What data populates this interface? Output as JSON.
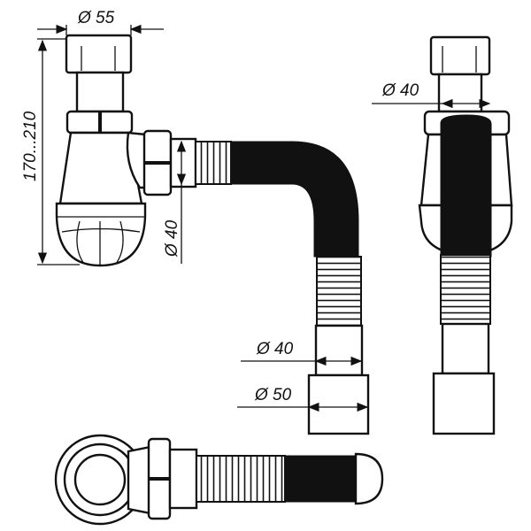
{
  "title": "Bottle siphon with flexible corrugated outlet — dimensional drawing",
  "dimensions": {
    "top_diameter": "Ø 55",
    "height_range": "170...210",
    "side_outlet_diameter": "Ø 40",
    "right_view_diameter": "Ø 40",
    "hose_end_inner_diameter": "Ø 40",
    "hose_end_outer_diameter": "Ø 50"
  },
  "colors": {
    "line": "#111111",
    "background": "#ffffff"
  }
}
